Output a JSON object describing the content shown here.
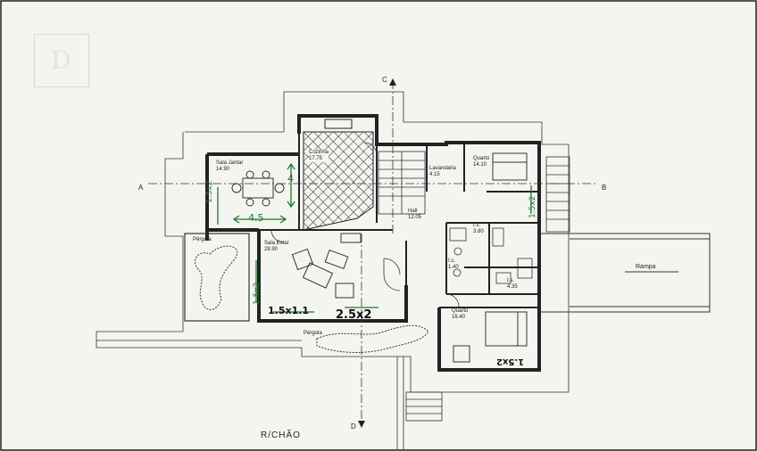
{
  "logo": {
    "text": "D"
  },
  "sections": {
    "a_left": "A",
    "b_right": "B",
    "c_top": "C",
    "d_bottom": "D"
  },
  "rooms": {
    "sala_jantar": {
      "name": "Sala Jantar",
      "area": "14.90"
    },
    "cozinha": {
      "name": "Cozinha",
      "area": "17.75"
    },
    "lavandaria": {
      "name": "Lavandaria",
      "area": "4.15"
    },
    "quarto_top": {
      "name": "Quarto",
      "area": "14.10"
    },
    "hall": {
      "name": "Hall",
      "area": "12.05"
    },
    "is_1": {
      "name": "I.s.",
      "area": "3.80"
    },
    "is_2": {
      "name": "I.s.",
      "area": "1.40"
    },
    "is_3": {
      "name": "I.s.",
      "area": "4.35"
    },
    "sala_estar": {
      "name": "Sala Estar",
      "area": "28.90"
    },
    "quarto_bottom": {
      "name": "Quarto",
      "area": "16.40"
    },
    "pergola_left": {
      "name": "Pérgola"
    },
    "pergola_bottom": {
      "name": "Pérgola"
    },
    "rampa": {
      "name": "Rampa"
    }
  },
  "annotations": {
    "jantar_width": "4.5",
    "jantar_depth": "4",
    "jantar_side": "1.5x2",
    "estar_side": "1.5x2",
    "estar_bottom": "1.5x1.1",
    "estar_dim": "2.5x2",
    "quarto_top_dim": "1.5x2",
    "quarto_bottom_dim": "1.5x2"
  },
  "floor_title": "R/CHÃO"
}
